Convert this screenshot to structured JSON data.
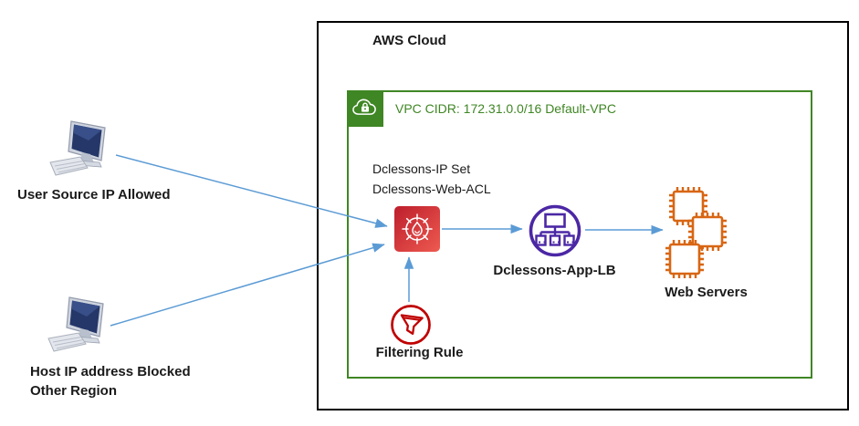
{
  "labels": {
    "aws_cloud": "AWS Cloud",
    "vpc": "VPC CIDR: 172.31.0.0/16 Default-VPC",
    "waf_ip_set": "Dclessons-IP Set",
    "waf_web_acl": "Dclessons-Web-ACL",
    "load_balancer": "Dclessons-App-LB",
    "web_servers": "Web Servers",
    "filtering_rule": "Filtering Rule",
    "user_allowed": "User Source IP Allowed",
    "host_blocked_line1": "Host IP address Blocked",
    "host_blocked_line2": "Other Region"
  },
  "colors": {
    "box_border_black": "#000000",
    "vpc_green": "#3F8624",
    "arrow_blue": "#5B9BD5",
    "waf_red_gradient_start": "#BD1E2C",
    "waf_red_gradient_end": "#EE5A50",
    "lb_purple": "#4B27A5",
    "chip_orange": "#D86613",
    "funnel_red": "#C00000",
    "monitor_screen_navy": "#253768"
  },
  "icons": {
    "vpc_corner": "cloud-lock-icon",
    "waf": "waf-firewall-icon",
    "lb": "load-balancer-icon",
    "web": "chip-icon",
    "filter": "funnel-icon",
    "client": "desktop-computer-icon"
  }
}
